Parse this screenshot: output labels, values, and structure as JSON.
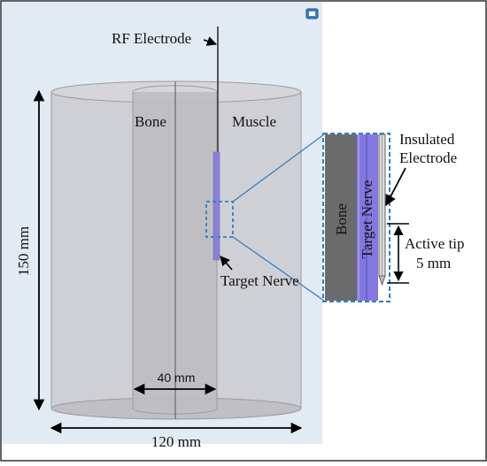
{
  "colors": {
    "frame": "#333333",
    "background": "#ffffff",
    "viewport": "#dce6f1",
    "cylinder_fill": "#c9c9cc",
    "cylinder_stroke": "#9a9a9e",
    "bone_fill": "#bdbdc2",
    "nerve": "#8a80d8",
    "electrode": "#666666",
    "callout": "#2f7fc1",
    "inset_bone": "#6b6b6b",
    "inset_nerve": "#8378e0",
    "arrow": "#000000"
  },
  "labels": {
    "rf_electrode": "RF Electrode",
    "bone": "Bone",
    "muscle": "Muscle",
    "target_nerve": "Target Nerve",
    "insulated_line1": "Insulated",
    "insulated_line2": "Electrode",
    "active_tip_line1": "Active tip",
    "active_tip_line2": "5 mm",
    "inset_bone": "Bone",
    "inset_target_nerve": "Target Nerve"
  },
  "dimensions": {
    "height": "150 mm",
    "width": "120 mm",
    "bone_diameter": "40 mm"
  },
  "icons": {
    "toolbar": "window-icon"
  }
}
